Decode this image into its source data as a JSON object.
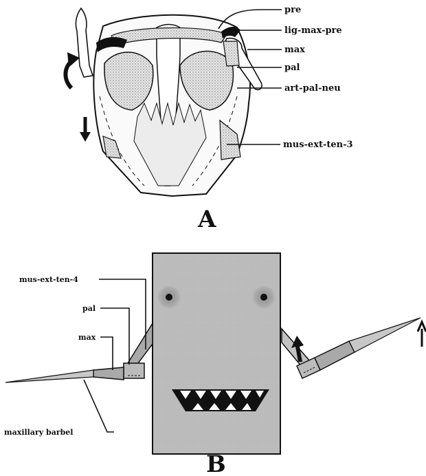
{
  "panel_a": {
    "letter": "A",
    "labels": {
      "pre": "pre",
      "lig_max_pre": "lig-max-pre",
      "max": "max",
      "pal": "pal",
      "art_pal_neu": "art-pal-neu",
      "mus_ext_ten_3": "mus-ext-ten-3"
    }
  },
  "panel_b": {
    "letter": "B",
    "labels": {
      "mus_ext_ten_4": "mus-ext-ten-4",
      "pal": "pal",
      "max": "max",
      "maxillary_barbel": "maxillary barbel"
    }
  },
  "colors": {
    "ink": "#111111",
    "model_grey": "#bdbdbd",
    "eye_ring": "#9a9a9a",
    "bone_stipple": "#cfcfcf"
  }
}
